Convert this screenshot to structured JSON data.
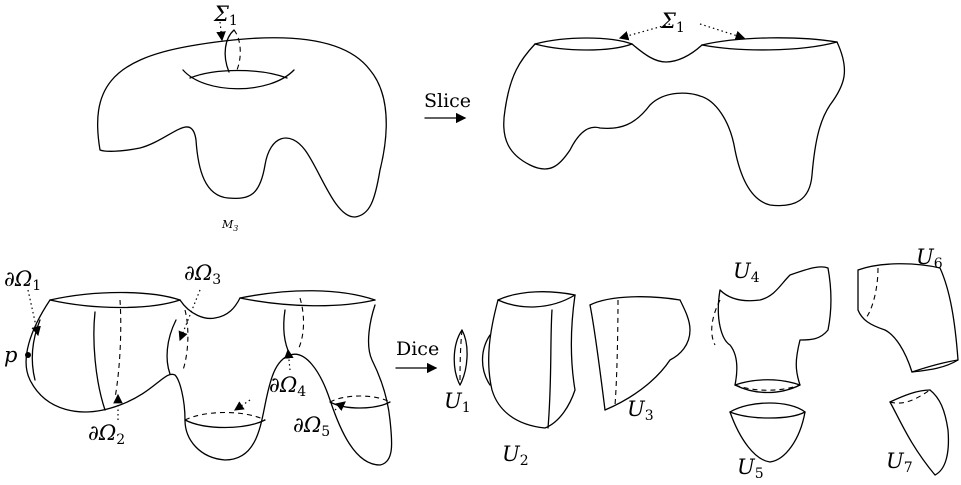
{
  "top_left": {
    "sigma_label": "Σ",
    "sigma_sub": "1",
    "manifold_label": "M",
    "manifold_sub": "3"
  },
  "slice_arrow": {
    "label": "Slice"
  },
  "top_right": {
    "sigma_label": "Σ",
    "sigma_sub": "1"
  },
  "bottom_left": {
    "labels": [
      {
        "id": "d1",
        "base": "∂Ω",
        "sub": "1"
      },
      {
        "id": "d2",
        "base": "∂Ω",
        "sub": "2"
      },
      {
        "id": "d3",
        "base": "∂Ω",
        "sub": "3"
      },
      {
        "id": "d4",
        "base": "∂Ω",
        "sub": "4"
      },
      {
        "id": "d5",
        "base": "∂Ω",
        "sub": "5"
      }
    ],
    "point_label": "p"
  },
  "dice_arrow": {
    "label": "Dice"
  },
  "pieces": [
    {
      "base": "U",
      "sub": "1"
    },
    {
      "base": "U",
      "sub": "2"
    },
    {
      "base": "U",
      "sub": "3"
    },
    {
      "base": "U",
      "sub": "4"
    },
    {
      "base": "U",
      "sub": "5"
    },
    {
      "base": "U",
      "sub": "6"
    },
    {
      "base": "U",
      "sub": "7"
    }
  ]
}
